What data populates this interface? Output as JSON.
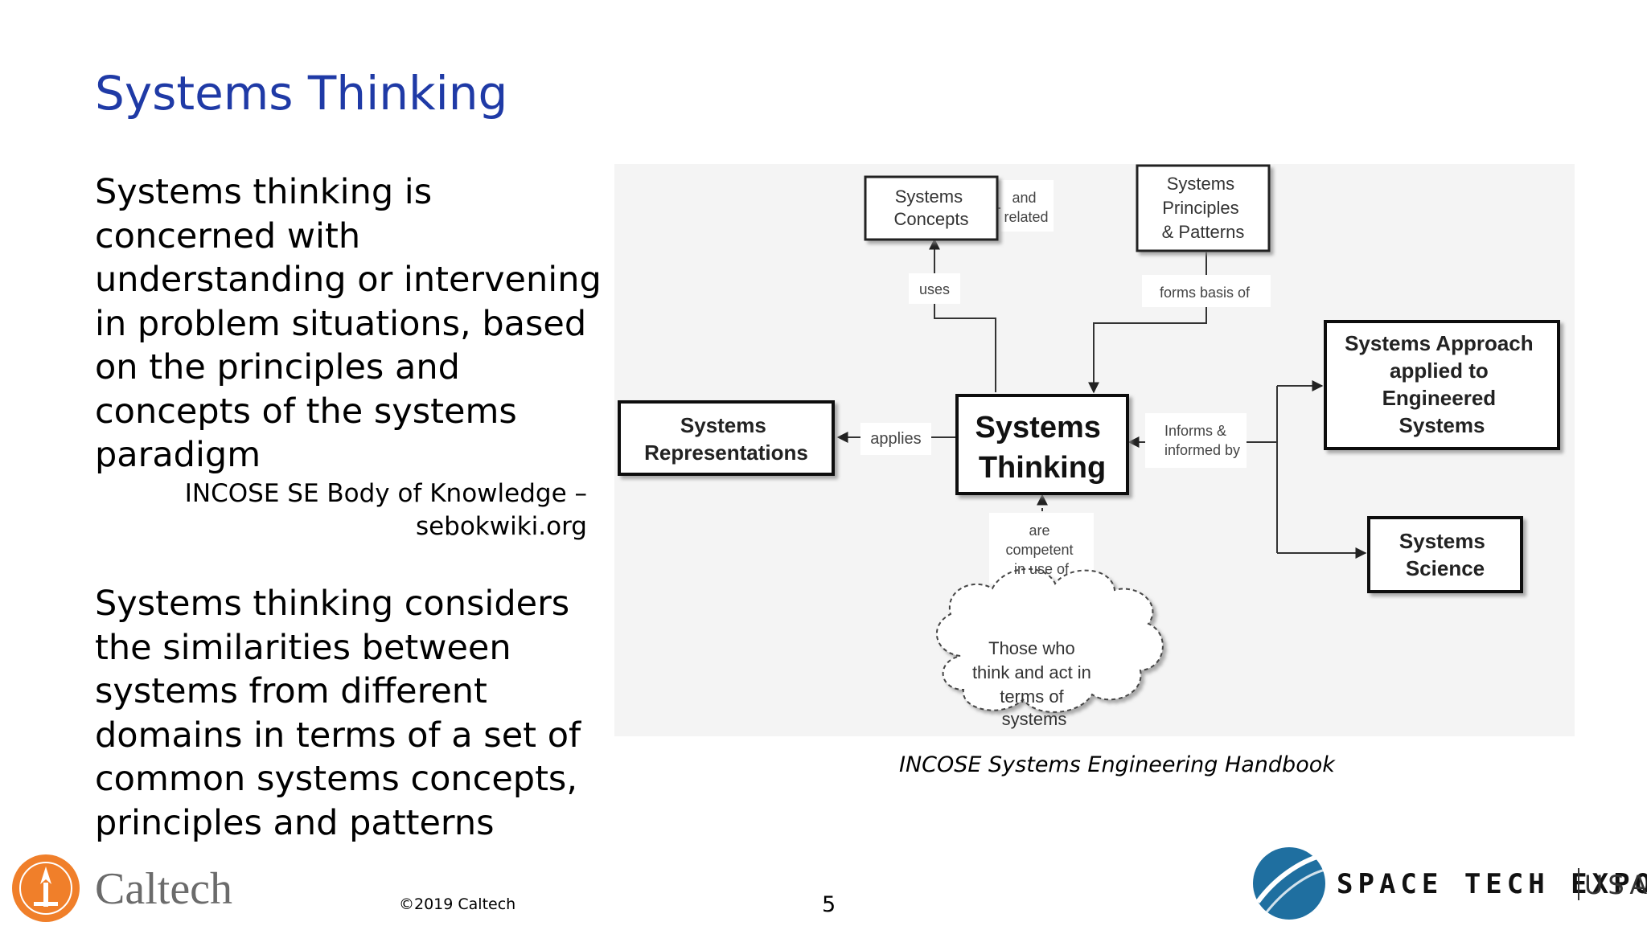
{
  "slide": {
    "title": "Systems Thinking",
    "paragraph1": "Systems thinking is concerned with understanding or intervening in problem situations, based on the principles and concepts of the systems paradigm",
    "citation_line1": "INCOSE SE Body of Knowledge –",
    "citation_line2": "sebokwiki.org",
    "paragraph2": "Systems thinking considers the similarities between systems from different domains in terms of a set of common systems concepts, principles and patterns",
    "diagram_caption": "INCOSE Systems Engineering Handbook"
  },
  "diagram": {
    "systems_concepts": [
      "Systems",
      "Concepts"
    ],
    "and_related": [
      "and",
      "related"
    ],
    "principles_patterns": [
      "Systems",
      "Principles",
      "& Patterns"
    ],
    "uses": "uses",
    "forms_basis_of": "forms basis of",
    "systems_approach": [
      "Systems Approach",
      "applied to",
      "Engineered",
      "Systems"
    ],
    "systems_representations": [
      "Systems",
      "Representations"
    ],
    "applies": "applies",
    "systems_thinking": [
      "Systems",
      "Thinking"
    ],
    "informs": [
      "Informs &",
      "informed by"
    ],
    "systems_science": [
      "Systems",
      "Science"
    ],
    "competent": [
      "are",
      "competent",
      "in use of"
    ],
    "cloud": [
      "Those who",
      "think and act in",
      "terms of",
      "systems"
    ]
  },
  "footer": {
    "org_name": "Caltech",
    "copyright": "©2019 Caltech",
    "page_number": "5",
    "expo_name": "SPACE TECH EXPO",
    "expo_region": "USA"
  },
  "colors": {
    "title_blue": "#1f3aa6",
    "caltech_orange": "#f07f2a",
    "expo_blue": "#1f6fa0"
  }
}
